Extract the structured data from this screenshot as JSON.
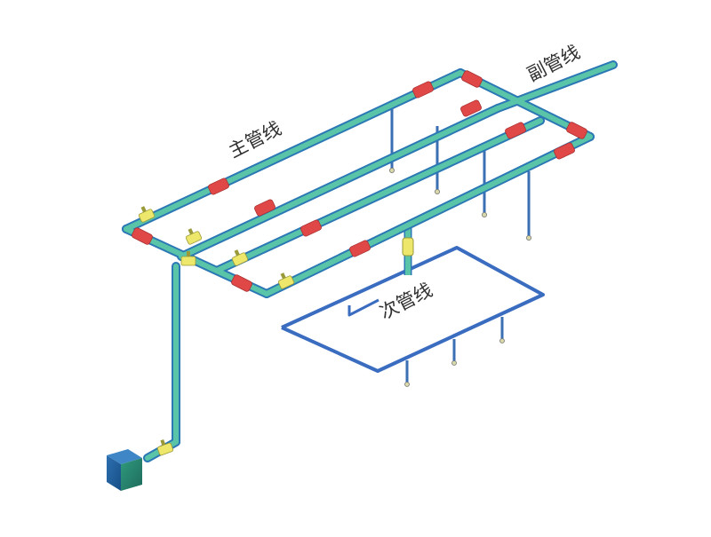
{
  "diagram": {
    "labels": {
      "main_pipe": "主管线",
      "sub_pipe": "副管线",
      "secondary_pipe": "次管线"
    },
    "colors": {
      "pipe_fill": "#59c4a8",
      "pipe_edge": "#2b78b5",
      "coupling_red": "#e04848",
      "valve_yellow": "#ede86b",
      "valve_edge": "#9a9a3a",
      "secondary_pipe": "#3a6cc0",
      "hanger": "#3b6fb3",
      "box_front": "#1d5f9c",
      "box_side": "#2d8a73",
      "box_top": "#3e86c6"
    }
  }
}
